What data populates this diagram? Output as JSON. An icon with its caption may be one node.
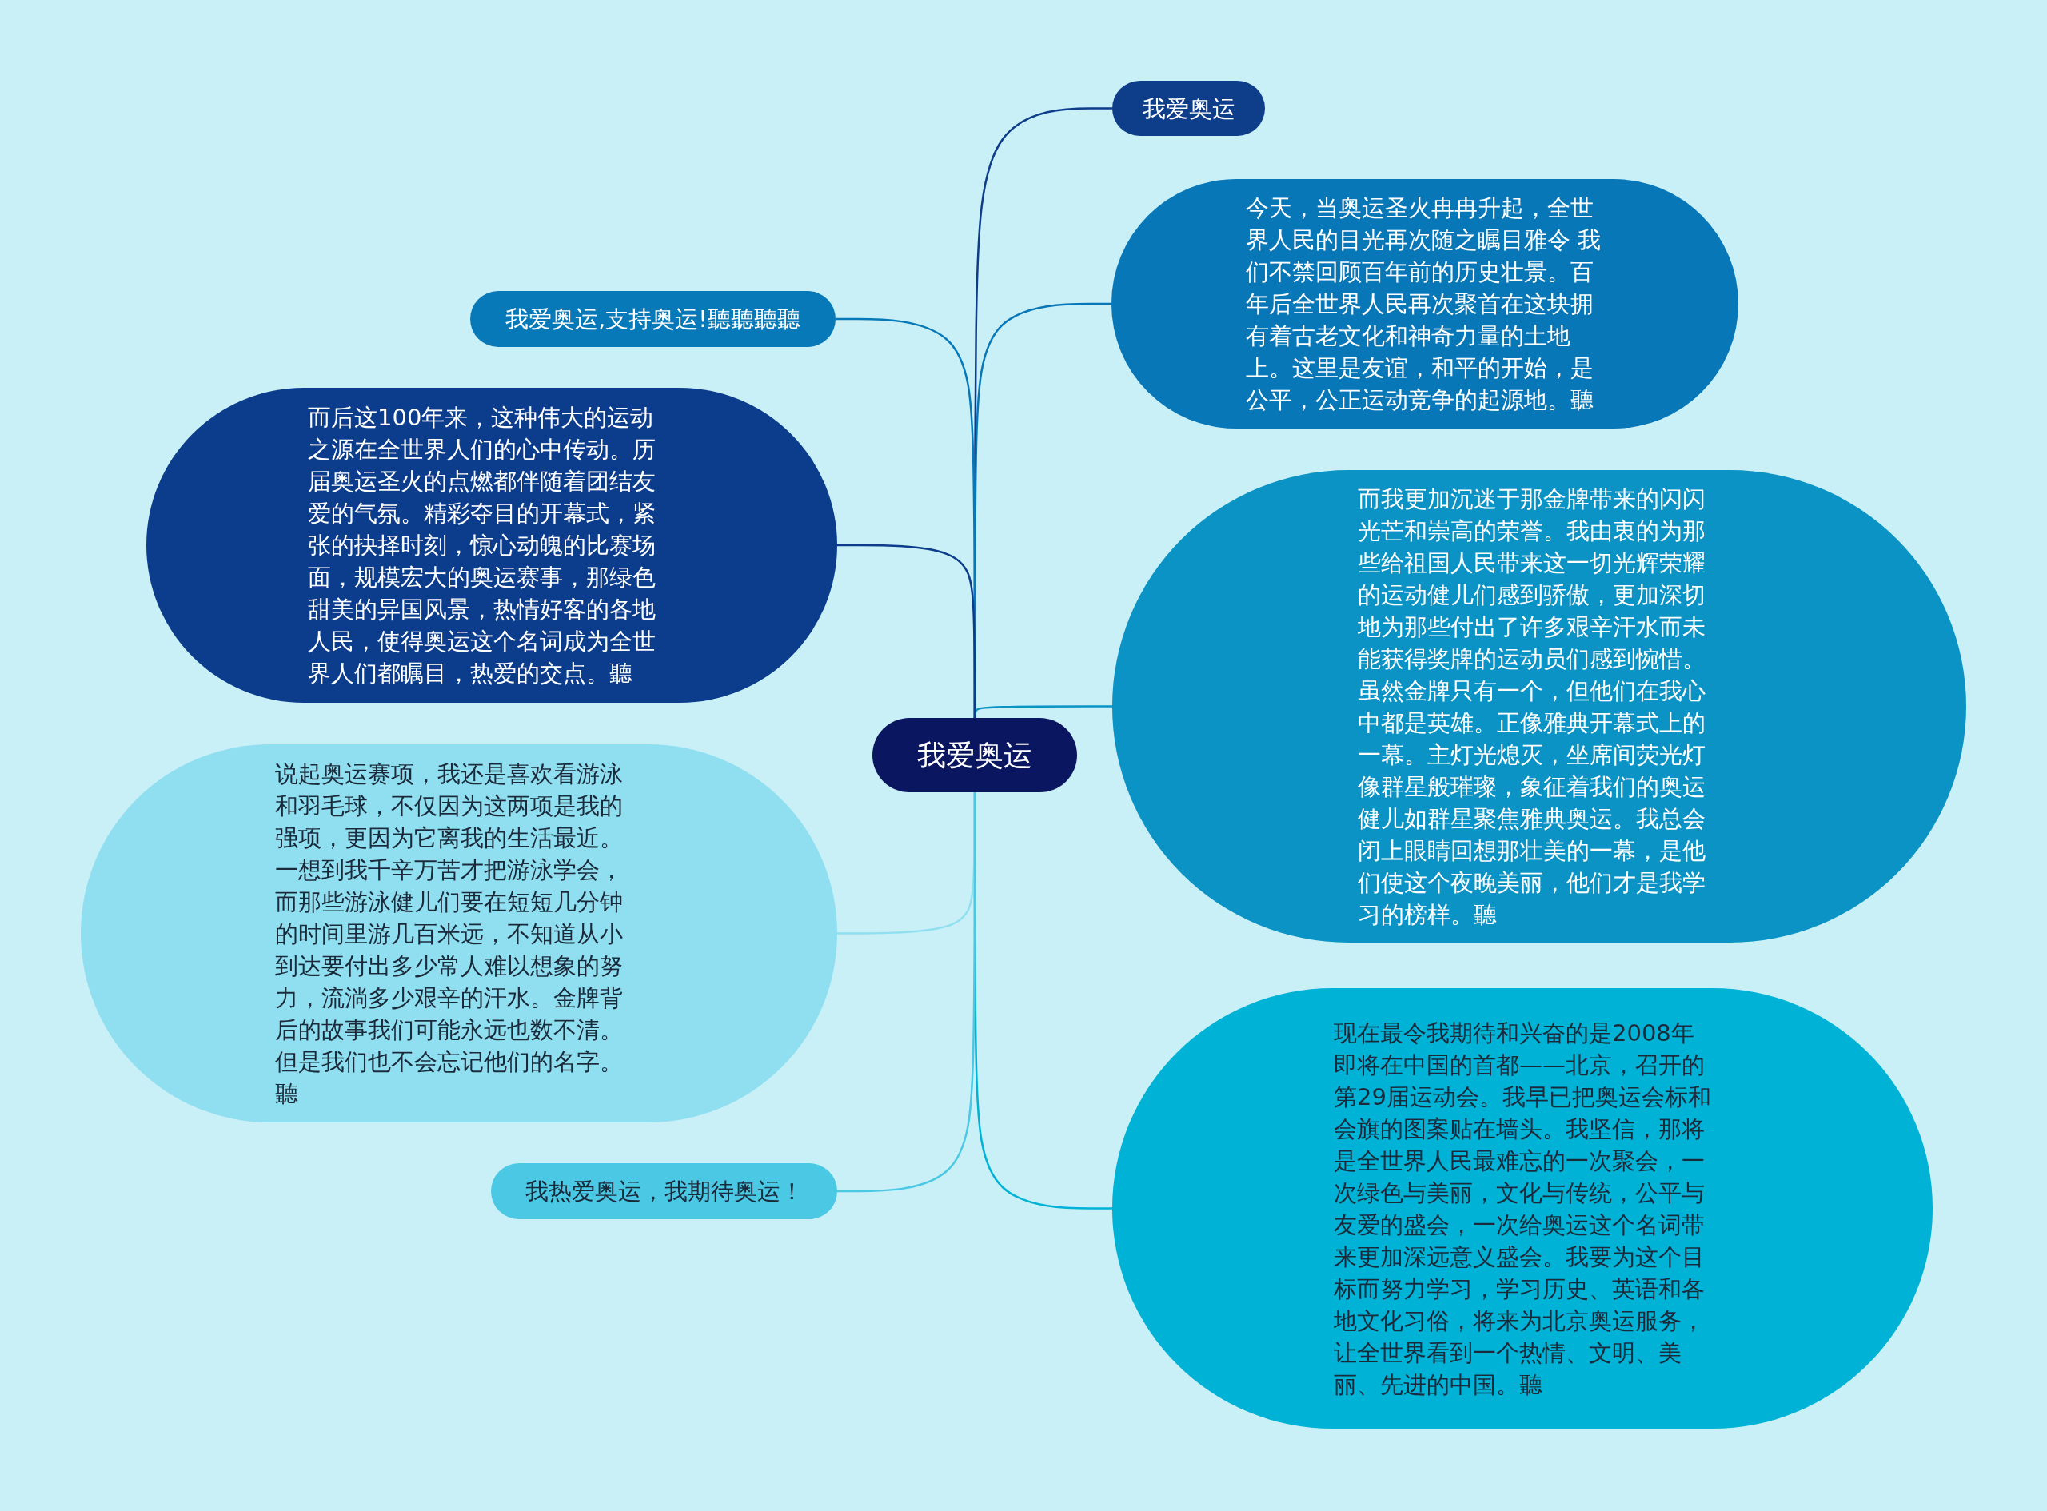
{
  "diagram": {
    "nodes": [
      {
        "text": [
          "我爱奥运"
        ]
      },
      {
        "text": [
          "我爱奥运"
        ]
      },
      {
        "text": [
          "今天，当奥运圣火冉冉升起，全世界人民的目光再次随之瞩目雅令 我们不禁回顾百年前的历史壮景。百年后全世界人民再次聚首在这块拥有着古老文化和神奇力量的土地上。这里是友谊，和平的开始，是公平，公正运动竞争的起源地。聽"
        ]
      },
      {
        "text": [
          "而我更加沉迷于那金牌带来的闪闪光芒和崇高的荣誉。我由衷的为那些给祖国人民带来这一切光辉荣耀的运动健儿们感到骄傲，更加深切地为那些付出了许多艰辛汗水而未能获得奖牌的运动员们感到惋惜。虽然金牌只有一个，但他们在我心中都是英雄。正像雅典开幕式上的一幕。主灯光熄灭，坐席间荧光灯像群星般璀璨，象征着我们的奥运健儿如群星聚焦雅典奥运。我总会闭上眼睛回想那壮美的一幕，是他们使这个夜晚美丽，他们才是我学习的榜样。聽"
        ]
      },
      {
        "text": [
          "现在最令我期待和兴奋的是2008年即将在中国的首都——北京，召开的第29届运动会。我早已把奥运会标和会旗的图案贴在墙头。我坚信，那将是全世界人民最难忘的一次聚会，一次绿色与美丽，文化与传统，公平与友爱的盛会，一次给奥运这个名词带来更加深远意义盛会。我要为这个目标而努力学习，学习历史、英语和各地文化习俗，将来为北京奥运服务，让全世界看到一个热情、文明、美丽、先进的中国。聽"
        ]
      },
      {
        "text": [
          "我爱奥运,支持奥运!聽聽聽聽"
        ]
      },
      {
        "text": [
          "而后这100年来，这种伟大的运动之源在全世界人们的心中传动。历届奥运圣火的点燃都伴随着团结友爱的气氛。精彩夺目的开幕式，紧张的抉择时刻，惊心动魄的比赛场面，规模宏大的奥运赛事，那绿色甜美的异国风景，热情好客的各地人民，使得奥运这个名词成为全世界人们都瞩目，热爱的交点。聽"
        ]
      },
      {
        "text": [
          "说起奥运赛项，我还是喜欢看游泳和羽毛球，不仅因为这两项是我的强项，更因为它离我的生活最近。一想到我千辛万苦才把游泳学会，而那些游泳健儿们要在短短几分钟的时间里游几百米远，不知道从小到达要付出多少常人难以想象的努力，流淌多少艰辛的汗水。金牌背后的故事我们可能永远也数不清。但是我们也不会忘记他们的名字。聽"
        ]
      },
      {
        "text": [
          "我热爱奥运，我期待奥运！"
        ]
      }
    ],
    "edges": [
      {
        "from": 0,
        "to": 1,
        "arrow": "none",
        "color": "#0e3d8a"
      },
      {
        "from": 0,
        "to": 2,
        "arrow": "none",
        "color": "#0877b8"
      },
      {
        "from": 0,
        "to": 3,
        "arrow": "none",
        "color": "#0a93c4"
      },
      {
        "from": 0,
        "to": 4,
        "arrow": "none",
        "color": "#00b2d6"
      },
      {
        "from": 0,
        "to": 5,
        "arrow": "none",
        "color": "#0879b8"
      },
      {
        "from": 0,
        "to": 6,
        "arrow": "none",
        "color": "#0c3d8c"
      },
      {
        "from": 0,
        "to": 7,
        "arrow": "none",
        "color": "#90dff0"
      },
      {
        "from": 0,
        "to": 8,
        "arrow": "none",
        "color": "#4ac8e4"
      }
    ]
  }
}
